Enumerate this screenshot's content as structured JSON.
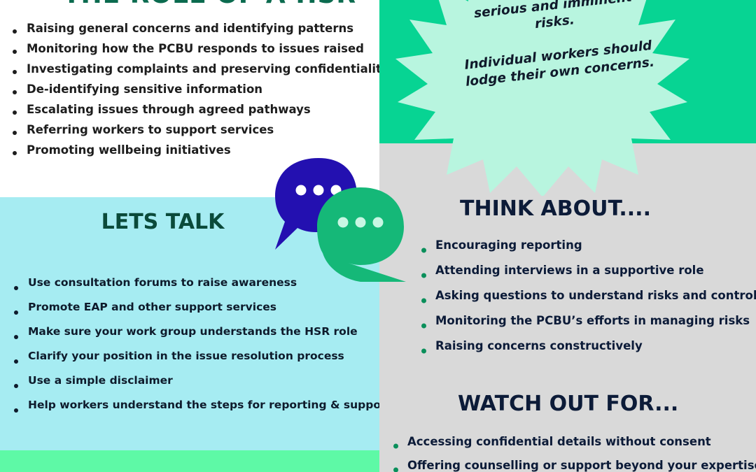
{
  "role_section": {
    "title_cut": "THE ROLE OF A HSR",
    "items": [
      "Raising general concerns and identifying patterns",
      "Monitoring how the PCBU responds to issues raised",
      "Investigating complaints and preserving confidentiality",
      "De-identifying sensitive information",
      "Escalating issues through agreed pathways",
      "Referring workers to support services",
      "Promoting wellbeing initiatives"
    ]
  },
  "callout": {
    "line_top": "serious and imminent",
    "line_risks": "risks.",
    "paragraph2": "Individual workers should lodge their own concerns."
  },
  "lets_talk": {
    "heading": "LETS TALK",
    "items": [
      "Use consultation forums to raise awareness",
      "Promote EAP and other support services",
      "Make sure your work group understands the HSR role",
      "Clarify your position in the issue resolution process",
      "Use a simple disclaimer",
      "Help workers understand the steps for reporting & support"
    ]
  },
  "think_about": {
    "heading": "THINK ABOUT....",
    "items": [
      "Encouraging reporting",
      "Attending interviews in a supportive role",
      "Asking questions to understand risks and controls",
      "Monitoring the PCBU’s efforts in managing risks",
      "Raising concerns constructively"
    ]
  },
  "watch_out": {
    "heading": "WATCH OUT FOR...",
    "items": [
      "Accessing confidential details without consent",
      "Offering counselling or support beyond your expertise"
    ]
  },
  "icons": [
    "speech-bubble-icon",
    "speech-bubble-icon"
  ],
  "colors": {
    "green_panel": "#07d493",
    "starburst": "#b8f5df",
    "cyan_panel": "#a6ecf2",
    "grey_panel": "#d9d9d9",
    "bottom_strip": "#5ef9a6",
    "bubble_blue": "#2310b0",
    "bubble_green": "#15b878",
    "bullet_green": "#0a8f5a"
  }
}
